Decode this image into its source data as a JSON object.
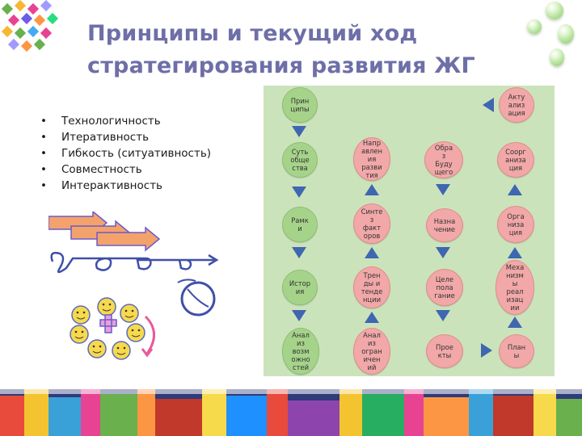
{
  "title": {
    "line1": "Принципы и  текущий ход",
    "line2": "стратегирования развития ЖГ"
  },
  "bullets": [
    "Технологичность",
    "Итеративность",
    "Гибкость (ситуативность)",
    "Совместность",
    "Интерактивность"
  ],
  "colors": {
    "panel": "#cbe3bb",
    "node_green": "#a6d38a",
    "node_pink": "#f2a8a8",
    "arrow": "#3f66b0",
    "title": "#6e6fa8"
  },
  "nodes": {
    "principles": "Прин\nципы",
    "actualization": "Акту\nализ\nация",
    "essence": "Суть\nобще\nства",
    "directions": "Напр\nавлен\nия\nразви\nтия",
    "future_image": "Обра\nз\nБуду\nщего",
    "organization": "Соорг\nаниза\nция",
    "frame": "Рамк\nи",
    "factor_synthesis": "Синте\nз\nфакт\nоров",
    "appointment": "Назна\nчение",
    "structure": "Орга\nниза\nция",
    "history": "Истор\nия",
    "trends": "Трен\nды и\nтенде\nнции",
    "goal_setting": "Целе\nпола\nгание",
    "mechanisms": "Меха\nнизм\nы\nреал\nизац\nии",
    "opportunities": "Анал\nиз\nвозм\nожно\nстей",
    "limits": "Анал\nиз\nогран\nичен\nий",
    "projects": "Прое\nкты",
    "plans": "План\nы"
  }
}
